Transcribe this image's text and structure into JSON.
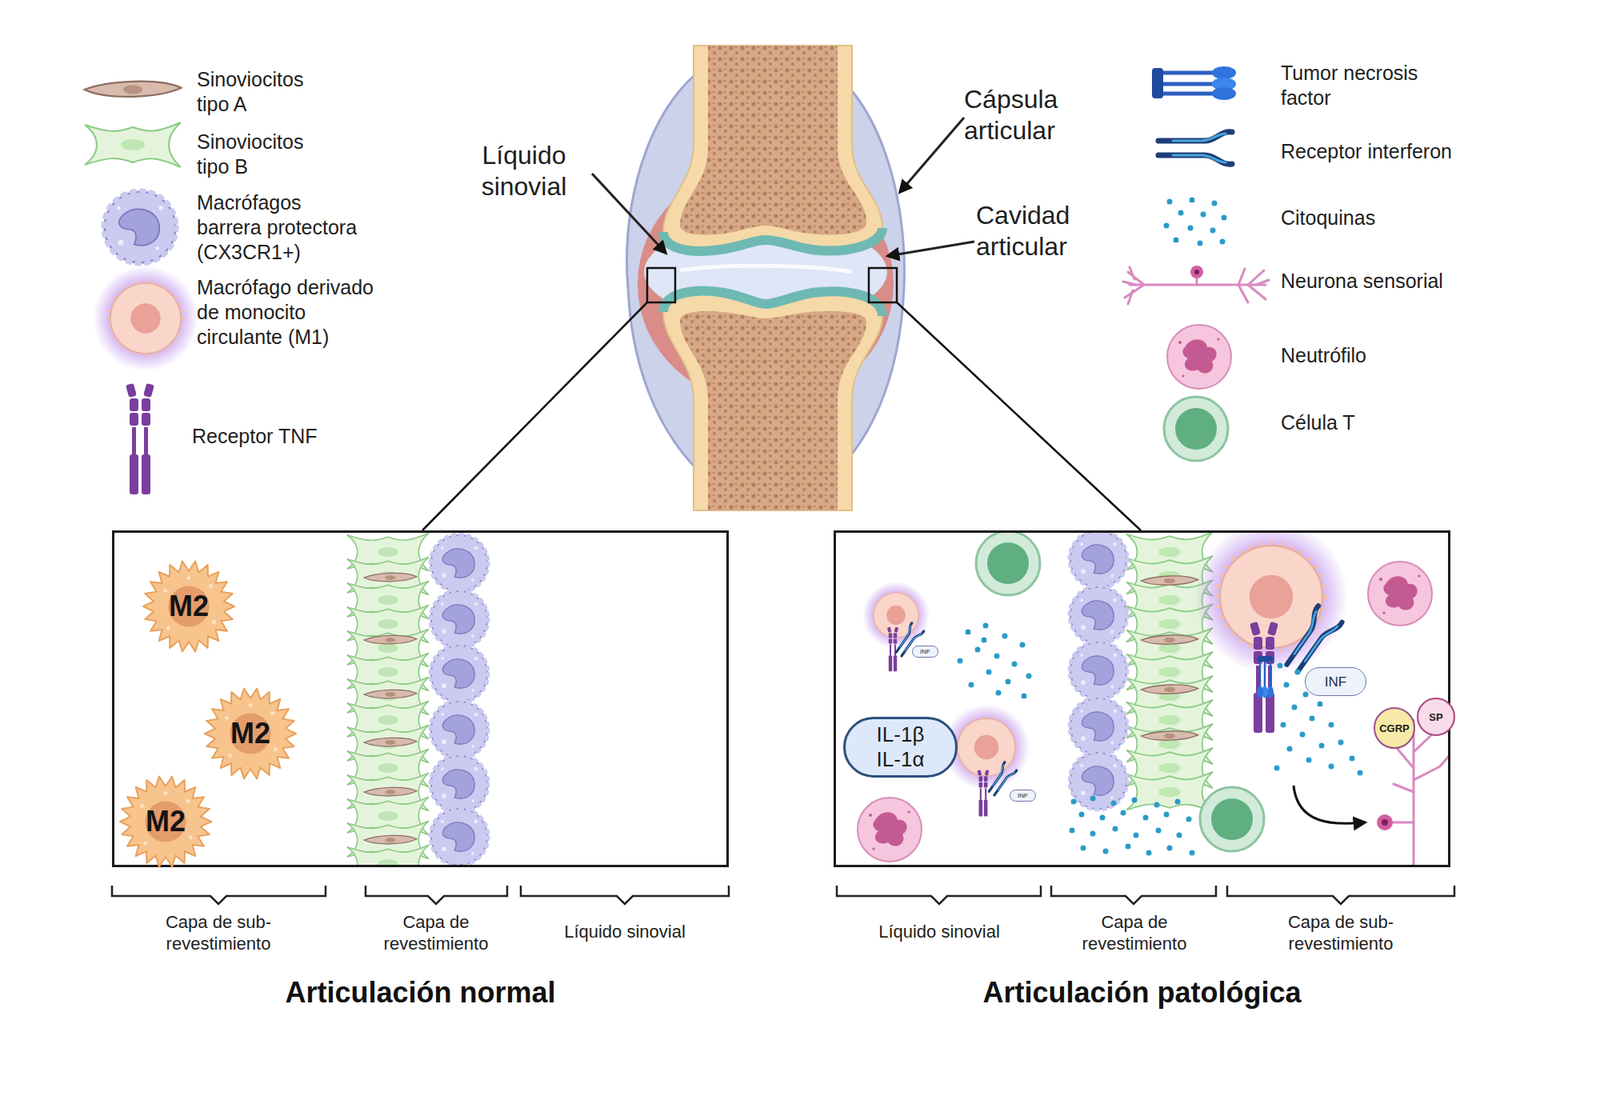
{
  "diagram": {
    "nodes": [
      {
        "text": [
          "Articulación normal"
        ]
      },
      {
        "text": [
          "M2"
        ],
        "in": 0
      },
      {
        "text": [
          "M2"
        ],
        "in": 0
      },
      {
        "text": [
          "M2"
        ],
        "in": 0
      },
      {
        "text": [
          "Articulación patológica"
        ]
      },
      {
        "text": [
          "INF"
        ],
        "in": 4
      },
      {
        "text": [
          "IL-1β IL-1α"
        ],
        "in": 4
      },
      {
        "text": [
          "INF"
        ],
        "in": 4
      },
      {
        "text": [
          "INF"
        ],
        "in": 4
      },
      {
        "text": [
          "CGRP"
        ],
        "in": 4
      },
      {
        "text": [
          "SP"
        ],
        "in": 4
      }
    ],
    "labels": [
      "Líquido sinovial",
      "Cápsula articular",
      "Cavidad articular",
      "Capa de sub-revestimiento",
      "Capa de revestimiento",
      "Líquido sinovial",
      "Líquido sinovial",
      "Capa de revestimiento",
      "Capa de sub-revestimiento"
    ],
    "legend": [
      {
        "text": "Sinoviocitos tipo A"
      },
      {
        "text": "Sinoviocitos tipo B"
      },
      {
        "text": "Macrófagos barrera protectora (CX3CR1+)"
      },
      {
        "text": "Macrófago derivado de monocito circulante (M1)"
      },
      {
        "text": "Receptor TNF"
      },
      {
        "text": "Tumor necrosis factor"
      },
      {
        "text": "Receptor interferon"
      },
      {
        "text": "Citoquinas"
      },
      {
        "text": "Neurona sensorial"
      },
      {
        "text": "Neutrófilo"
      },
      {
        "text": "Célula T"
      }
    ]
  }
}
